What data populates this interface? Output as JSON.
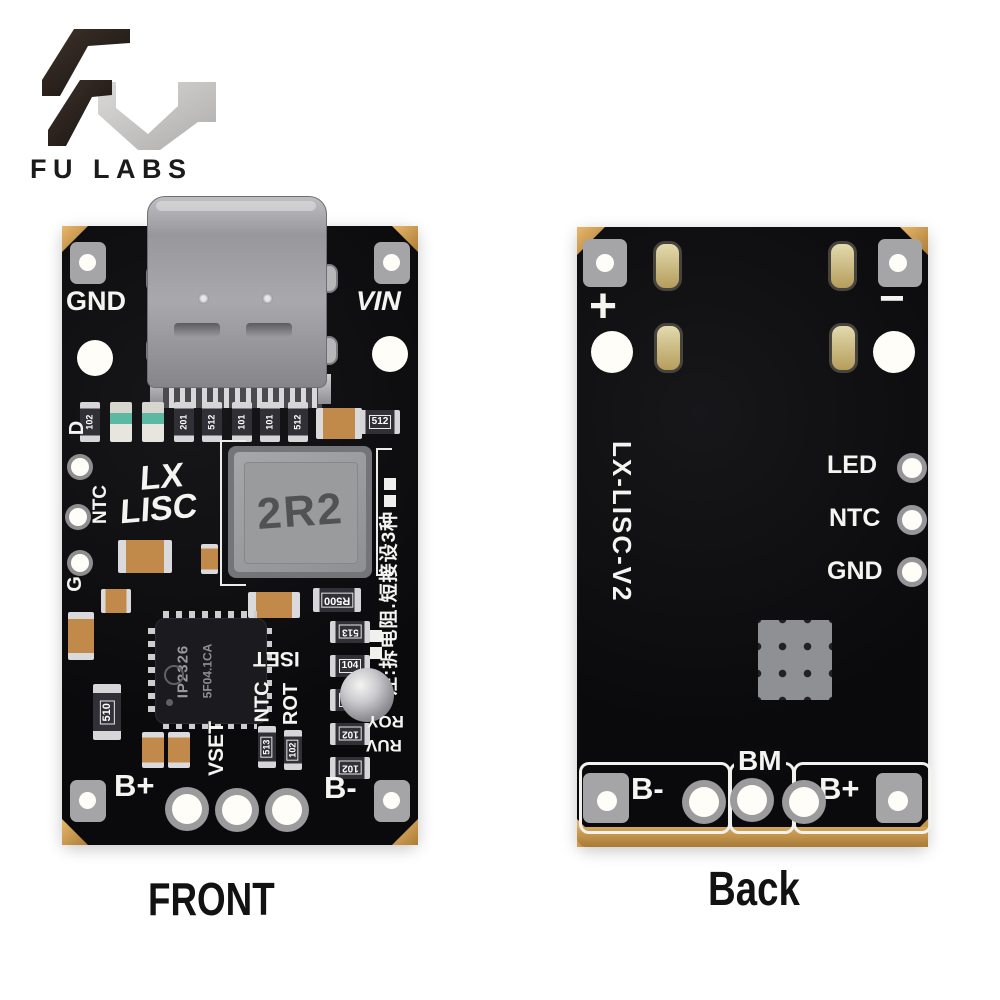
{
  "brand": {
    "logo_text": "FU LABS"
  },
  "captions": {
    "front": "FRONT",
    "back": "Back"
  },
  "front_board": {
    "top_labels": {
      "gnd": "GND",
      "vin": "VIN"
    },
    "side_labels": {
      "d": "D",
      "ntc": "NTC",
      "g": "G"
    },
    "bottom_labels": {
      "b_plus": "B+",
      "b_minus": "B-"
    },
    "silkscreen": {
      "lx": "LX",
      "lisc": "LISC",
      "vset": "VSET",
      "ntc": "NTC",
      "rot": "ROT",
      "iset": "ISET",
      "note_cn": "注:拆电阻.短接设3种",
      "mark_roy": "ROY",
      "mark_ruv": "RUV"
    },
    "inductor_code": "2R2",
    "ic": {
      "part": "IP2326",
      "lot": "5F04.1CA"
    },
    "smd_top_row": [
      "102",
      "201",
      "512",
      "101",
      "101",
      "512"
    ],
    "smd_top_right": "512",
    "smd_r500": "R500",
    "smd_right_column": [
      "513",
      "104",
      "102",
      "102",
      "102"
    ],
    "smd_510": "510",
    "smd_mid_pair": [
      "513",
      "102"
    ]
  },
  "back_board": {
    "terminals": {
      "plus": "+",
      "minus": "−"
    },
    "right_labels": {
      "led": "LED",
      "ntc": "NTC",
      "gnd": "GND"
    },
    "bottom_labels": {
      "b_minus": "B-",
      "bm": "BM",
      "b_plus": "B+"
    },
    "model": "LX-LISC-V2"
  }
}
